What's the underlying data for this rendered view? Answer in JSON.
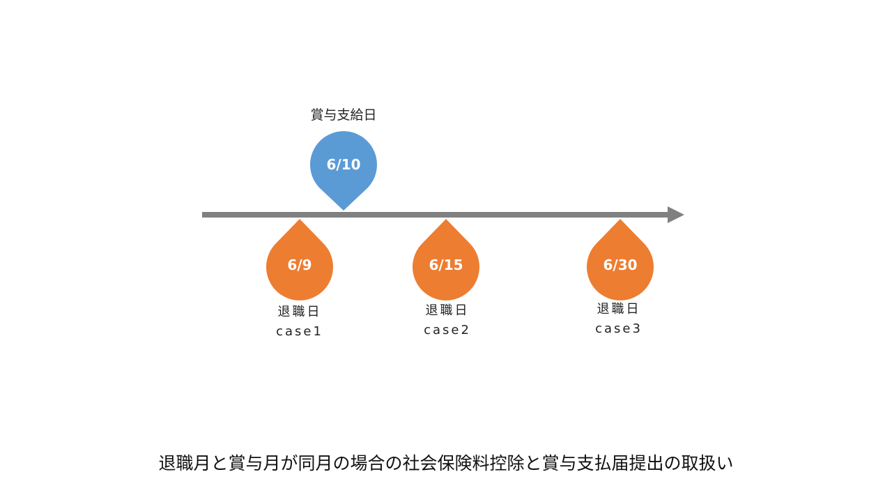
{
  "bonus_payment": {
    "caption": "賞与支給日",
    "date": "6/10",
    "color": "#5B9BD5"
  },
  "retirement_cases": [
    {
      "date": "6/9",
      "caption": "退職日",
      "case_label": "case1",
      "color": "#ED7D31"
    },
    {
      "date": "6/15",
      "caption": "退職日",
      "case_label": "case2",
      "color": "#ED7D31"
    },
    {
      "date": "6/30",
      "caption": "退職日",
      "case_label": "case3",
      "color": "#ED7D31"
    }
  ],
  "timeline": {
    "color": "#808080"
  },
  "footer": {
    "title": "退職月と賞与月が同月の場合の社会保険料控除と賞与支払届提出の取扱い"
  }
}
